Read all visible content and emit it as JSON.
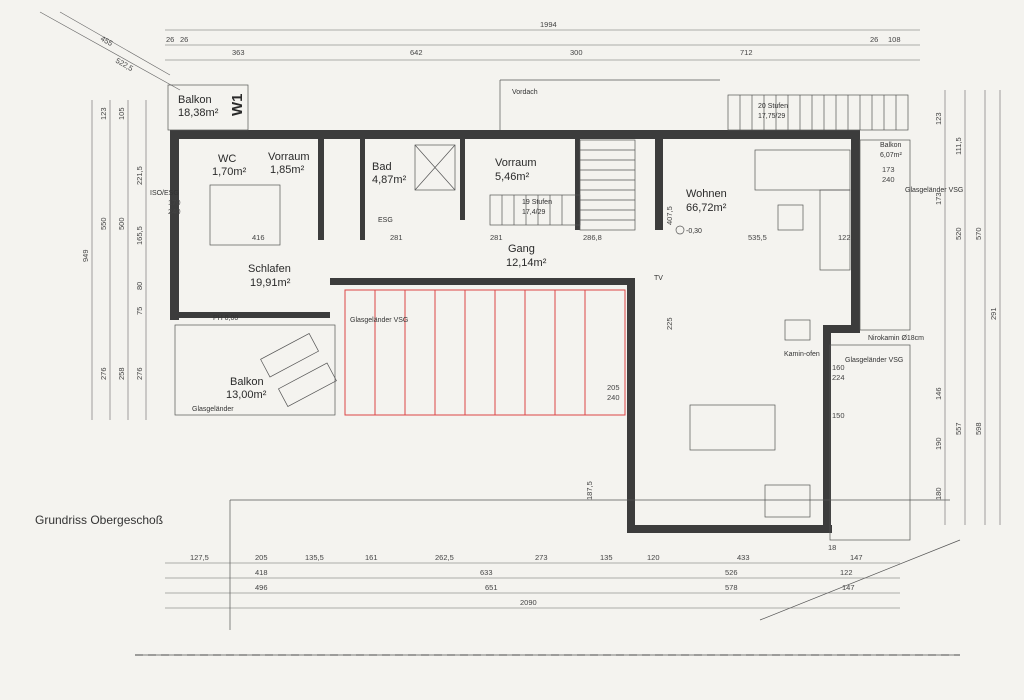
{
  "title": "Grundriss Obergeschoß",
  "rooms": [
    {
      "id": "balkon-nw",
      "name": "Balkon",
      "area": "18,38m²"
    },
    {
      "id": "wc",
      "name": "WC",
      "area": "1,70m²"
    },
    {
      "id": "vorraum-small",
      "name": "Vorraum",
      "area": "1,85m²"
    },
    {
      "id": "bad",
      "name": "Bad",
      "area": "4,87m²"
    },
    {
      "id": "vorraum",
      "name": "Vorraum",
      "area": "5,46m²"
    },
    {
      "id": "wohnen",
      "name": "Wohnen",
      "area": "66,72m²"
    },
    {
      "id": "schlafen",
      "name": "Schlafen",
      "area": "19,91m²"
    },
    {
      "id": "gang",
      "name": "Gang",
      "area": "12,14m²"
    },
    {
      "id": "balkon-sw",
      "name": "Balkon",
      "area": "13,00m²"
    },
    {
      "id": "balkon-ne",
      "name": "Balkon",
      "area": "6,07m²"
    }
  ],
  "labels": {
    "w1": "W1",
    "vordach": "Vordach",
    "stufen_top": "20 Stufen",
    "stufen_top_sub": "17,75/29",
    "stufen_mid": "19 Stufen",
    "stufen_mid_sub": "17,4/29",
    "isoesg": "ISO/ESG",
    "esg": "ESG",
    "glas_vsg_left": "Glasgeländer VSG",
    "glas_bottom": "Glasgeländer",
    "glas_vsg_right": "Glasgeländer VSG",
    "glas_right_top": "Glasgeländer VSG",
    "niro": "Nirokamin Ø18cm",
    "kamin": "Kamin-ofen",
    "ph": "PH 0,00",
    "tv": "TV",
    "minus": "-0,30"
  },
  "dims_top": {
    "total": "1994",
    "segments": [
      "26",
      "26",
      "363",
      "642",
      "300",
      "712",
      "26",
      "108"
    ],
    "diag1": "455",
    "diag2": "522,5"
  },
  "dims_bottom": {
    "row1": [
      "127,5",
      "205",
      "135,5",
      "161",
      "262,5",
      "273",
      "135",
      "120",
      "433",
      "18",
      "147"
    ],
    "row2": [
      "418",
      "633",
      "526",
      "122"
    ],
    "row3": [
      "496",
      "651",
      "578",
      "147"
    ],
    "total": "2090"
  },
  "dims_left": [
    "949",
    "550",
    "500",
    "221,5",
    "123",
    "105",
    "276",
    "258",
    "276",
    "165,5",
    "80",
    "75"
  ],
  "dims_right": [
    "123",
    "173",
    "570",
    "520",
    "291",
    "557",
    "598",
    "146",
    "190",
    "180",
    "111,5"
  ],
  "interior": [
    "170",
    "240",
    "416",
    "281",
    "281",
    "286,8",
    "535,5",
    "407,5",
    "225",
    "205",
    "240",
    "187,5",
    "173",
    "240",
    "122",
    "160",
    "224",
    "150"
  ]
}
